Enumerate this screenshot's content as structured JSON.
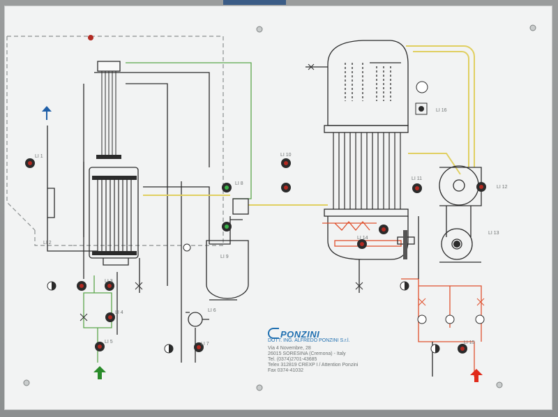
{
  "brand": {
    "name": "PONZINI",
    "company": "DOTT. ING. ALFREDO PONZINI S.r.l.",
    "address": [
      "Via 4 Novembre, 28",
      "26015 SORESINA (Cremona) - Italy",
      "Tel. (0374)2701-43685",
      "Telex 312819 CREXP I / Attention Ponzini",
      "Fax 0374-41032"
    ]
  },
  "instrument_tags": {
    "li1": "LI 1",
    "li2": "LI 2",
    "li3": "LI 3",
    "li4": "LI 4",
    "li5": "LI 5",
    "li6": "LI 6",
    "li7": "LI 7",
    "li8": "LI 8",
    "li9": "LI 9",
    "li10": "LI 10",
    "li11": "LI 11",
    "li12": "LI 12",
    "li13": "LI 13",
    "li14": "LI 14",
    "li15": "LI 15",
    "li16": "LI 16"
  },
  "colors": {
    "panel": "#f2f3f3",
    "line": "#2b2b2b",
    "green_line": "#5aa64a",
    "red_line": "#e0502d",
    "yellow_line": "#e6d36a",
    "blue_arrow": "#1f5fa8",
    "green_arrow": "#2a8b2a",
    "red_arrow": "#e02a1a",
    "lamp": "#b22a22"
  }
}
